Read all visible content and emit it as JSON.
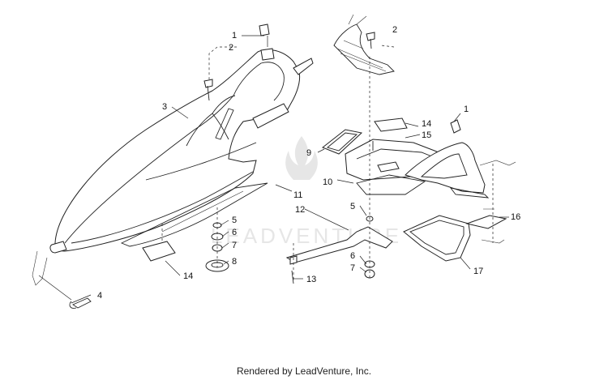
{
  "watermark": {
    "text": "LEADVENTURE",
    "color": "#e6e6e6"
  },
  "footer": {
    "credit": "Rendered by LeadVenture, Inc."
  },
  "callouts": [
    {
      "id": "c1a",
      "label": "1"
    },
    {
      "id": "c2a",
      "label": "2"
    },
    {
      "id": "c2b",
      "label": "2"
    },
    {
      "id": "c3",
      "label": "3"
    },
    {
      "id": "c4",
      "label": "4"
    },
    {
      "id": "c5a",
      "label": "5"
    },
    {
      "id": "c6a",
      "label": "6"
    },
    {
      "id": "c7a",
      "label": "7"
    },
    {
      "id": "c8",
      "label": "8"
    },
    {
      "id": "c14a",
      "label": "14"
    },
    {
      "id": "c9",
      "label": "9"
    },
    {
      "id": "c10",
      "label": "10"
    },
    {
      "id": "c11",
      "label": "11"
    },
    {
      "id": "c12",
      "label": "12"
    },
    {
      "id": "c13",
      "label": "13"
    },
    {
      "id": "c5b",
      "label": "5"
    },
    {
      "id": "c6b",
      "label": "6"
    },
    {
      "id": "c7b",
      "label": "7"
    },
    {
      "id": "c14b",
      "label": "14"
    },
    {
      "id": "c15",
      "label": "15"
    },
    {
      "id": "c1b",
      "label": "1"
    },
    {
      "id": "c16",
      "label": "16"
    },
    {
      "id": "c17",
      "label": "17"
    }
  ]
}
